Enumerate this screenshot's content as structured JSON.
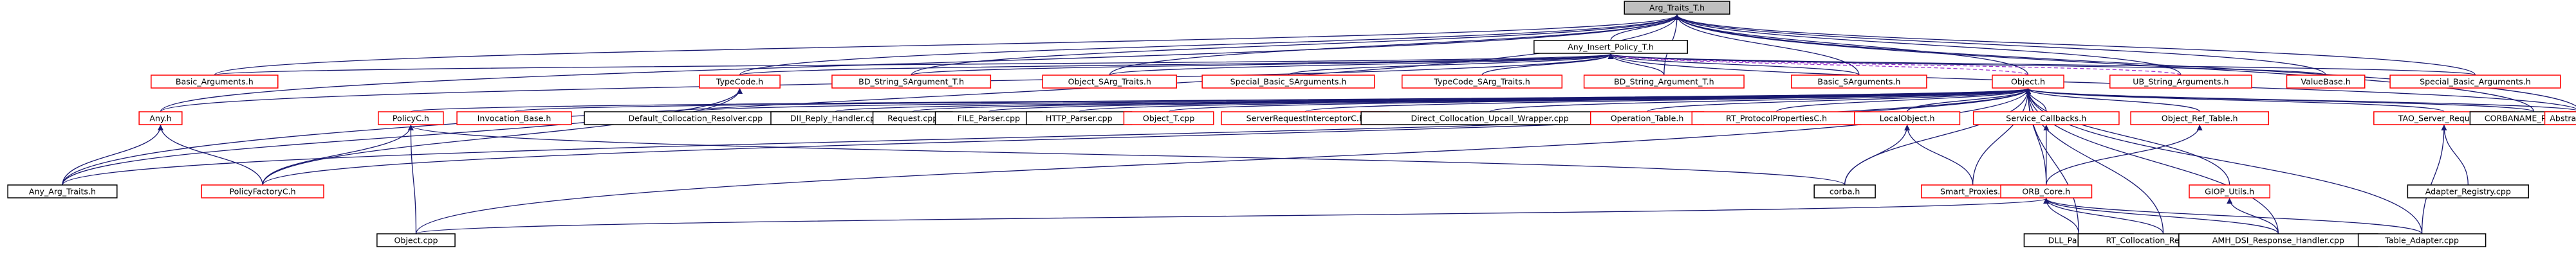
{
  "diagram": {
    "nodes": [
      {
        "id": "arg",
        "label": "Arg_Traits_T.h",
        "style": "root"
      },
      {
        "id": "aip",
        "label": "Any_Insert_Policy_T.h",
        "style": "solid"
      },
      {
        "id": "basicargs",
        "label": "Basic_Arguments.h",
        "style": "red"
      },
      {
        "id": "typecode",
        "label": "TypeCode.h",
        "style": "red"
      },
      {
        "id": "bdsa",
        "label": "BD_String_SArgument_T.h",
        "style": "red"
      },
      {
        "id": "objsarg",
        "label": "Object_SArg_Traits.h",
        "style": "red"
      },
      {
        "id": "specsargs",
        "label": "Special_Basic_SArguments.h",
        "style": "red"
      },
      {
        "id": "tcsarg",
        "label": "TypeCode_SArg_Traits.h",
        "style": "red"
      },
      {
        "id": "bdarg",
        "label": "BD_String_Argument_T.h",
        "style": "red"
      },
      {
        "id": "basicsargs",
        "label": "Basic_SArguments.h",
        "style": "red"
      },
      {
        "id": "object",
        "label": "Object.h",
        "style": "red"
      },
      {
        "id": "ubargs",
        "label": "UB_String_Arguments.h",
        "style": "red"
      },
      {
        "id": "valuebase",
        "label": "ValueBase.h",
        "style": "red"
      },
      {
        "id": "specargs",
        "label": "Special_Basic_Arguments.h",
        "style": "red"
      },
      {
        "id": "anyh",
        "label": "Any.h",
        "style": "red"
      },
      {
        "id": "anyargtraits",
        "label": "Any_Arg_Traits.h",
        "style": "solid"
      },
      {
        "id": "policyc",
        "label": "PolicyC.h",
        "style": "red"
      },
      {
        "id": "policyfactory",
        "label": "PolicyFactoryC.h",
        "style": "red"
      },
      {
        "id": "invocation",
        "label": "Invocation_Base.h",
        "style": "red"
      },
      {
        "id": "defcoll",
        "label": "Default_Collocation_Resolver.cpp",
        "style": "solid"
      },
      {
        "id": "dii",
        "label": "DII_Reply_Handler.cpp",
        "style": "solid"
      },
      {
        "id": "request",
        "label": "Request.cpp",
        "style": "solid"
      },
      {
        "id": "fileparser",
        "label": "FILE_Parser.cpp",
        "style": "solid"
      },
      {
        "id": "httpparser",
        "label": "HTTP_Parser.cpp",
        "style": "solid"
      },
      {
        "id": "objectt",
        "label": "Object_T.cpp",
        "style": "red"
      },
      {
        "id": "sric",
        "label": "ServerRequestInterceptorC.h",
        "style": "red"
      },
      {
        "id": "direct",
        "label": "Direct_Collocation_Upcall_Wrapper.cpp",
        "style": "solid"
      },
      {
        "id": "optable",
        "label": "Operation_Table.h",
        "style": "red"
      },
      {
        "id": "rtprop",
        "label": "RT_ProtocolPropertiesC.h",
        "style": "red"
      },
      {
        "id": "localobj",
        "label": "LocalObject.h",
        "style": "red"
      },
      {
        "id": "svccb",
        "label": "Service_Callbacks.h",
        "style": "red"
      },
      {
        "id": "objref",
        "label": "Object_Ref_Table.h",
        "style": "red"
      },
      {
        "id": "tao_sr",
        "label": "TAO_Server_Request.h",
        "style": "red"
      },
      {
        "id": "corbaname",
        "label": "CORBANAME_Parser.cpp",
        "style": "solid"
      },
      {
        "id": "abstractbase",
        "label": "AbstractBase.h",
        "style": "red"
      },
      {
        "id": "corbah",
        "label": "corba.h",
        "style": "solid"
      },
      {
        "id": "smartproxies",
        "label": "Smart_Proxies.h",
        "style": "red"
      },
      {
        "id": "orbcore",
        "label": "ORB_Core.h",
        "style": "red"
      },
      {
        "id": "giop",
        "label": "GIOP_Utils.h",
        "style": "red"
      },
      {
        "id": "adapterreg",
        "label": "Adapter_Registry.cpp",
        "style": "solid"
      },
      {
        "id": "objectcpp",
        "label": "Object.cpp",
        "style": "solid"
      },
      {
        "id": "dllparser",
        "label": "DLL_Parser.cpp",
        "style": "solid"
      },
      {
        "id": "rtcoll",
        "label": "RT_Collocation_Resolver.cpp",
        "style": "solid"
      },
      {
        "id": "amh",
        "label": "AMH_DSI_Response_Handler.cpp",
        "style": "solid"
      },
      {
        "id": "tableadapter",
        "label": "Table_Adapter.cpp",
        "style": "solid"
      }
    ]
  }
}
